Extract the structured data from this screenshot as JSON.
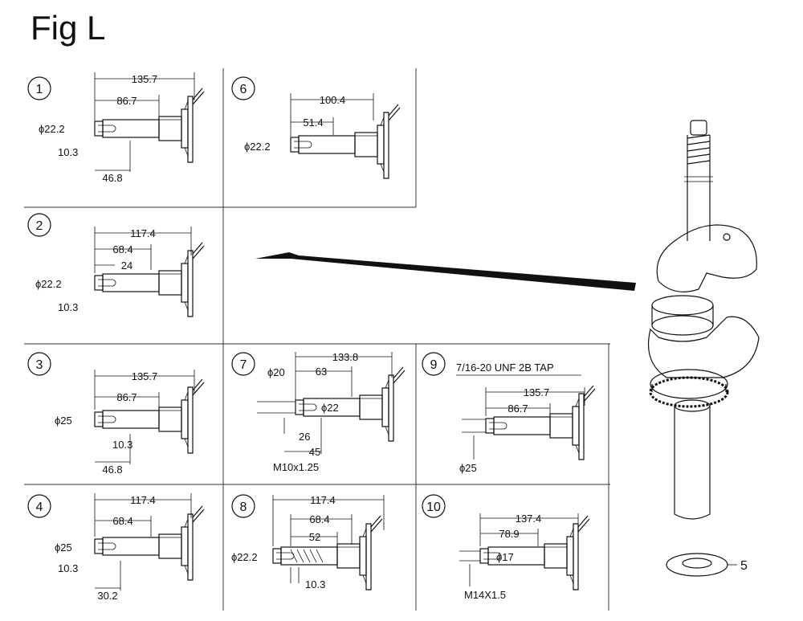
{
  "title": "Fig L",
  "callout": "5",
  "panels": [
    {
      "id": "1",
      "labels": [
        "135.7",
        "86.7",
        "ϕ22.2",
        "10.3",
        "46.8"
      ]
    },
    {
      "id": "2",
      "labels": [
        "117.4",
        "68.4",
        "24",
        "ϕ22.2",
        "10.3"
      ]
    },
    {
      "id": "3",
      "labels": [
        "135.7",
        "86.7",
        "ϕ25",
        "10.3",
        "46.8"
      ]
    },
    {
      "id": "4",
      "labels": [
        "117.4",
        "68.4",
        "ϕ25",
        "10.3",
        "30.2"
      ]
    },
    {
      "id": "6",
      "labels": [
        "100.4",
        "51.4",
        "ϕ22.2"
      ]
    },
    {
      "id": "7",
      "labels": [
        "133.8",
        "ϕ20",
        "63",
        "ϕ22",
        "26",
        "45",
        "M10x1.25"
      ]
    },
    {
      "id": "8",
      "labels": [
        "117.4",
        "68.4",
        "52",
        "ϕ22.2",
        "10.3"
      ]
    },
    {
      "id": "9",
      "labels": [
        "7/16-20 UNF 2B TAP",
        "135.7",
        "86.7",
        "ϕ25"
      ]
    },
    {
      "id": "10",
      "labels": [
        "137.4",
        "78.9",
        "ϕ17",
        "M14X1.5"
      ]
    }
  ]
}
